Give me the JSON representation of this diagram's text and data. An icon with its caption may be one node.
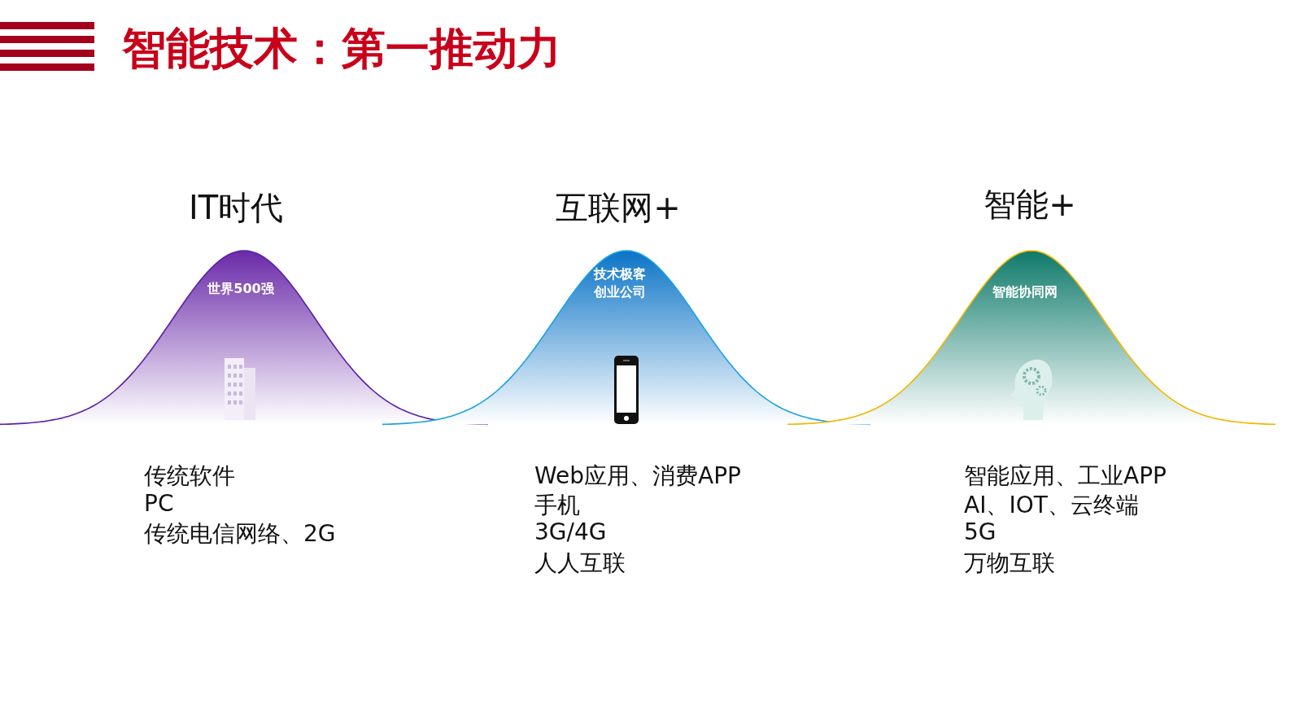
{
  "diagram": {
    "title": "智能技术：第一推动力",
    "nodes": [
      {
        "text": [
          "IT时代",
          "世界500强"
        ],
        "beside": [
          "传统软件",
          "PC",
          "传统电信网络、2G"
        ]
      },
      {
        "text": [
          "互联网+",
          "技术极客创业公司"
        ],
        "beside": [
          "Web应用、消费APP",
          "手机",
          "3G/4G",
          "人人互联"
        ]
      },
      {
        "text": [
          "智能+",
          "智能协同网"
        ],
        "beside": [
          "智能应用、工业APP",
          "AI、IOT、云终端",
          "5G",
          "万物互联"
        ]
      }
    ]
  }
}
